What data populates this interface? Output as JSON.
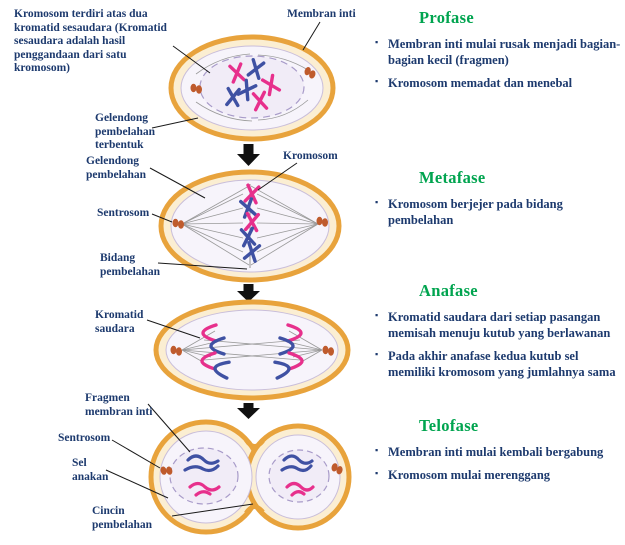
{
  "labels": {
    "note": "Kromosom terdiri atas dua kromatid sesaudara (Kromatid sesaudara adalah hasil penggandaan dari satu kromosom)",
    "membran_inti": "Membran inti",
    "gelendong_terbentuk": "Gelendong pembelahan terbentuk",
    "gelendong_pembelahan": "Gelendong pembelahan",
    "kromosom": "Kromosom",
    "sentrosom_metafase": "Sentrosom",
    "bidang_pembelahan": "Bidang pembelahan",
    "kromatid_saudara": "Kromatid saudara",
    "fragmen_membran_inti": "Fragmen membran inti",
    "sentrosom_telofase": "Sentrosom",
    "sel_anakan": "Sel anakan",
    "cincin_pembelahan": "Cincin pembelahan"
  },
  "phases": [
    {
      "title": "Profase",
      "bullets": [
        "Membran inti mulai rusak menjadi bagian-bagian kecil (fragmen)",
        "Kromosom memadat dan menebal"
      ]
    },
    {
      "title": "Metafase",
      "bullets": [
        "Kromosom berjejer pada bidang pembelahan"
      ]
    },
    {
      "title": "Anafase",
      "bullets": [
        "Kromatid saudara dari setiap pasangan memisah menuju kutub yang berlawanan",
        "Pada akhir anafase kedua kutub sel memiliki kromosom yang jumlahnya sama"
      ]
    },
    {
      "title": "Telofase",
      "bullets": [
        "Membran inti mulai kembali bergabung",
        "Kromosom mulai merenggang"
      ]
    }
  ],
  "colors": {
    "phase_title_green": "#00A44F",
    "label_navy": "#1D3A6E",
    "chromosome_pink": "#E7308C",
    "chromosome_blue": "#3F51A3",
    "membrane_orange": "#E8A33C",
    "cytoplasm_tan": "#FBEED2",
    "cell_interior": "#F7F4FB",
    "centrosome_brown": "#BF5B2D"
  }
}
